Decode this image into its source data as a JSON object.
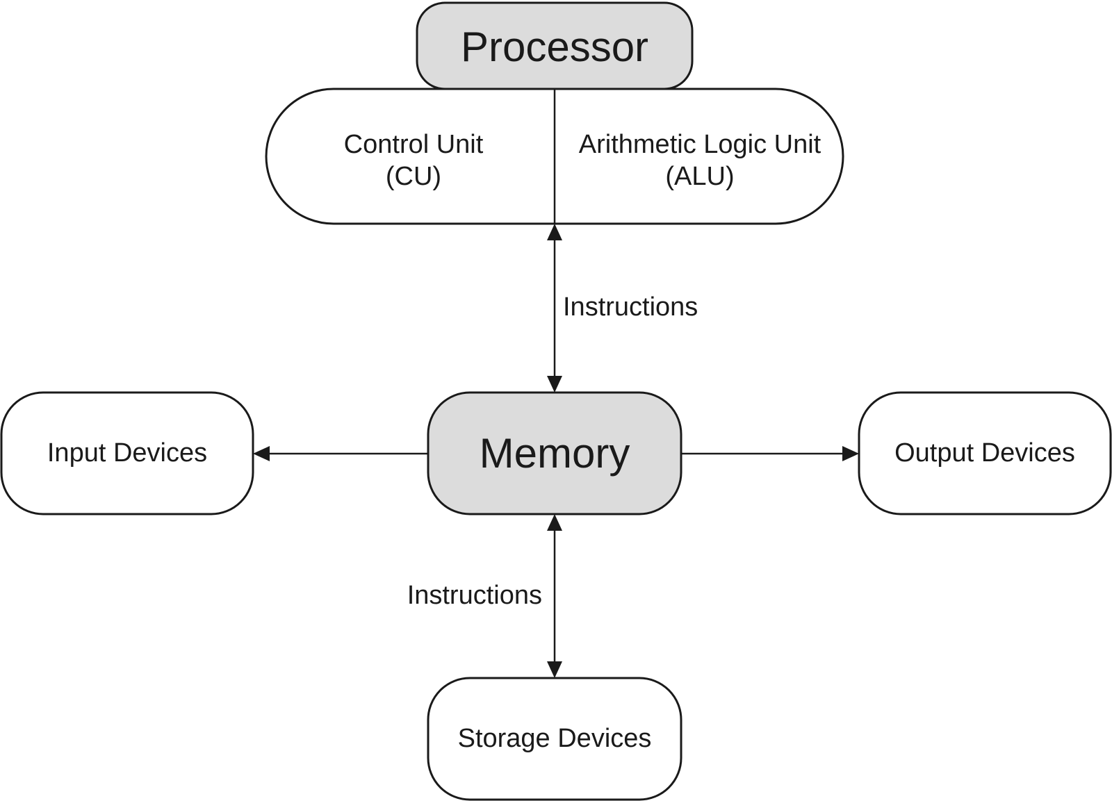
{
  "nodes": {
    "processor": "Processor",
    "control_unit": {
      "line1": "Control Unit",
      "line2": "(CU)"
    },
    "alu": {
      "line1": "Arithmetic Logic Unit",
      "line2": "(ALU)"
    },
    "memory": "Memory",
    "input_devices": "Input Devices",
    "output_devices": "Output Devices",
    "storage_devices": "Storage Devices"
  },
  "edges": {
    "processor_memory_label": "Instructions",
    "memory_storage_label": "Instructions"
  },
  "colors": {
    "core_fill": "#dcdcdc",
    "device_fill": "#ffffff",
    "stroke": "#1a1a1a"
  }
}
